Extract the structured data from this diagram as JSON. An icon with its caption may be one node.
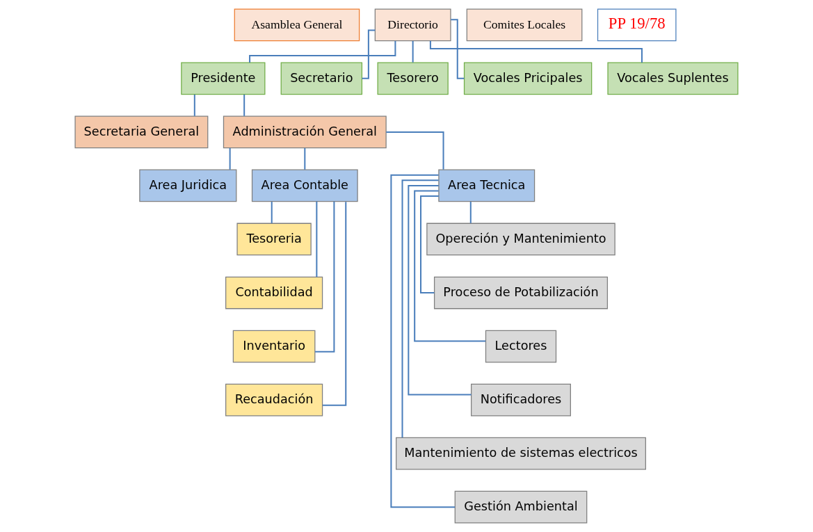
{
  "diagram": {
    "nodes": [
      {
        "text": [
          "Asamblea General"
        ]
      },
      {
        "text": [
          "Directorio"
        ]
      },
      {
        "text": [
          "Comites Locales"
        ]
      },
      {
        "text": [
          "PP 19/78"
        ]
      },
      {
        "text": [
          "Presidente"
        ]
      },
      {
        "text": [
          "Secretario"
        ]
      },
      {
        "text": [
          "Tesorero"
        ]
      },
      {
        "text": [
          "Vocales Pricipales"
        ]
      },
      {
        "text": [
          "Vocales Suplentes"
        ]
      },
      {
        "text": [
          "Secretaria General"
        ]
      },
      {
        "text": [
          "Administración General"
        ]
      },
      {
        "text": [
          "Area Juridica"
        ]
      },
      {
        "text": [
          "Area Contable"
        ]
      },
      {
        "text": [
          "Area Tecnica"
        ]
      },
      {
        "text": [
          "Tesoreria"
        ]
      },
      {
        "text": [
          "Contabilidad"
        ]
      },
      {
        "text": [
          "Inventario"
        ]
      },
      {
        "text": [
          "Recaudación"
        ]
      },
      {
        "text": [
          "Opereción y Mantenimiento"
        ]
      },
      {
        "text": [
          "Proceso de Potabilización"
        ]
      },
      {
        "text": [
          "Lectores"
        ]
      },
      {
        "text": [
          "Notificadores"
        ]
      },
      {
        "text": [
          "Mantenimiento de sistemas electricos"
        ]
      },
      {
        "text": [
          "Gestión Ambiental"
        ]
      }
    ],
    "edges": [
      {
        "from": 1,
        "to": 4,
        "arrow": "none"
      },
      {
        "from": 1,
        "to": 5,
        "arrow": "none"
      },
      {
        "from": 1,
        "to": 6,
        "arrow": "none"
      },
      {
        "from": 1,
        "to": 7,
        "arrow": "none"
      },
      {
        "from": 1,
        "to": 8,
        "arrow": "none"
      },
      {
        "from": 4,
        "to": 9,
        "arrow": "none"
      },
      {
        "from": 4,
        "to": 10,
        "arrow": "none"
      },
      {
        "from": 10,
        "to": 11,
        "arrow": "none"
      },
      {
        "from": 10,
        "to": 12,
        "arrow": "none"
      },
      {
        "from": 10,
        "to": 13,
        "arrow": "none"
      },
      {
        "from": 12,
        "to": 14,
        "arrow": "none"
      },
      {
        "from": 12,
        "to": 15,
        "arrow": "none"
      },
      {
        "from": 12,
        "to": 16,
        "arrow": "none"
      },
      {
        "from": 12,
        "to": 17,
        "arrow": "none"
      },
      {
        "from": 13,
        "to": 18,
        "arrow": "none"
      },
      {
        "from": 13,
        "to": 19,
        "arrow": "none"
      },
      {
        "from": 13,
        "to": 20,
        "arrow": "none"
      },
      {
        "from": 13,
        "to": 21,
        "arrow": "none"
      },
      {
        "from": 13,
        "to": 22,
        "arrow": "none"
      },
      {
        "from": 13,
        "to": 23,
        "arrow": "none"
      }
    ]
  }
}
